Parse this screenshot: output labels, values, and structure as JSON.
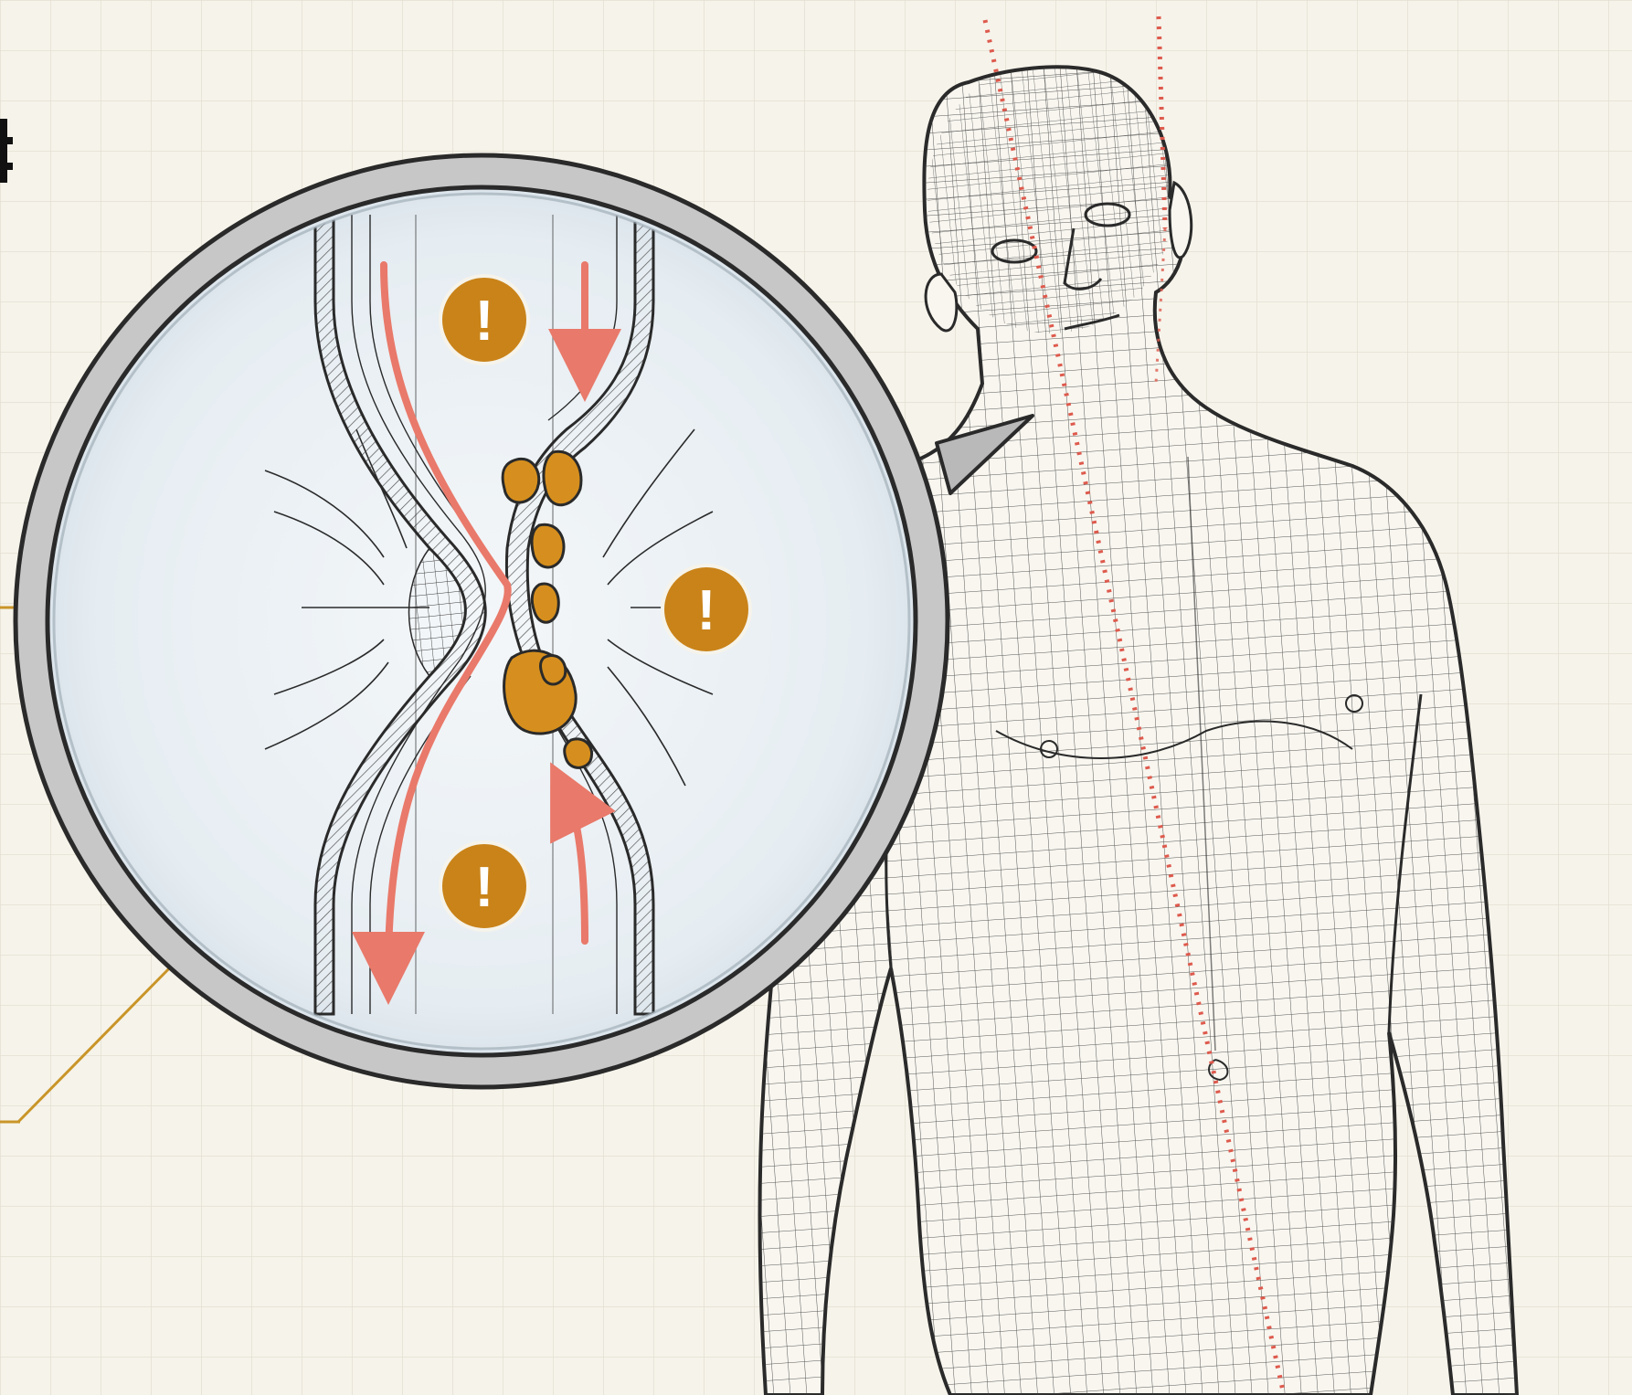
{
  "colors": {
    "paper": "#f6f3ea",
    "grid": "#e4dfd2",
    "ink": "#2a2a2a",
    "flow_arrow": "#e9796a",
    "plaque": "#d68f1e",
    "plaque_dark": "#b06c10",
    "warning_badge": "#c98319",
    "lens_ring": "#b9b9b9",
    "lens_fill": "#e9eef2",
    "guide_line": "#de5a4d",
    "callout_line": "#c99528"
  },
  "icons": {
    "magnifier": "magnifier-lens-icon",
    "warning": "exclamation-warning-icon",
    "flow": "blood-flow-arrow-icon"
  },
  "diagram": {
    "warning_badges": [
      {
        "id": "badge-top",
        "symbol": "!"
      },
      {
        "id": "badge-right",
        "symbol": "!"
      },
      {
        "id": "badge-bottom",
        "symbol": "!"
      }
    ]
  }
}
